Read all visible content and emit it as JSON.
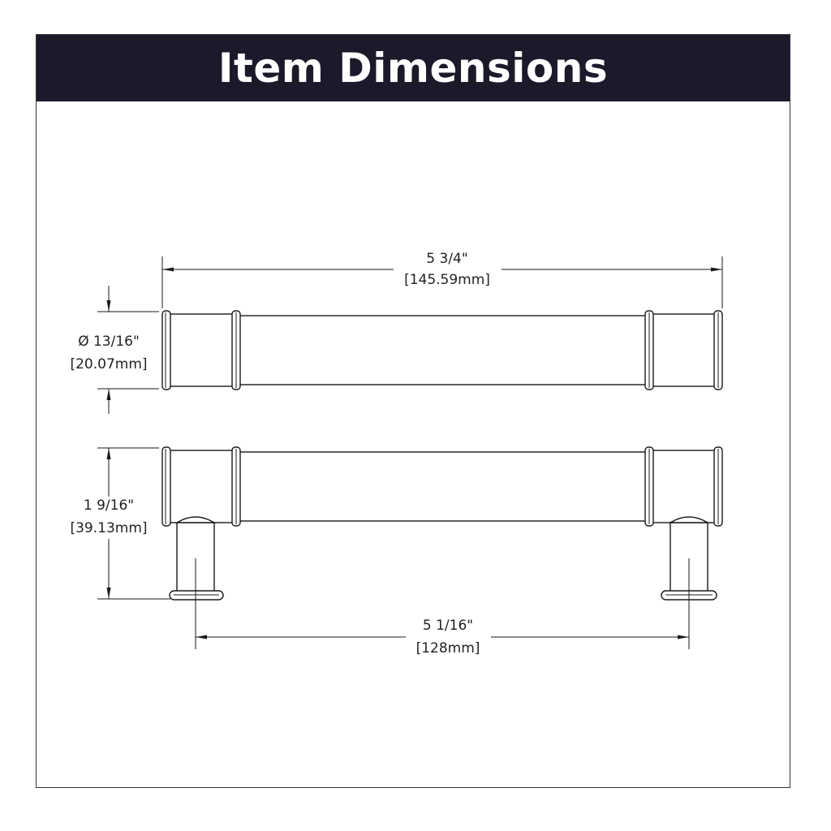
{
  "header": {
    "title": "Item Dimensions",
    "background_color": "#1b1a2b",
    "text_color": "#ffffff"
  },
  "dimensions": {
    "overall_length": {
      "imperial": "5 3/4\"",
      "metric": "[145.59mm]"
    },
    "diameter": {
      "imperial": "Ø 13/16\"",
      "metric": "[20.07mm]"
    },
    "projection": {
      "imperial": "1 9/16\"",
      "metric": "[39.13mm]"
    },
    "center_to_center": {
      "imperial": "5 1/16\"",
      "metric": "[128mm]"
    }
  },
  "views": [
    "top-view",
    "side-view"
  ]
}
